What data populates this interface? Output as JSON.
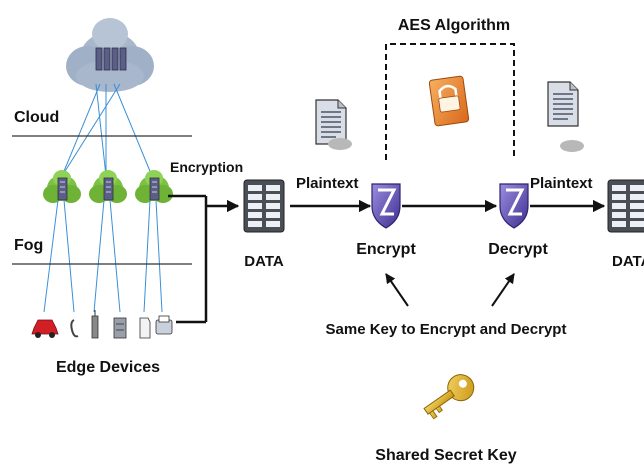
{
  "labels": {
    "cloud": "Cloud",
    "fog": "Fog",
    "edge_devices": "Edge Devices",
    "encryption": "Encryption",
    "data_left": "DATA",
    "data_right": "DATA",
    "aes_algorithm": "AES Algorithm",
    "plaintext_left": "Plaintext",
    "plaintext_right": "Plaintext",
    "encrypt": "Encrypt",
    "decrypt": "Decrypt",
    "same_key": "Same Key to Encrypt and Decrypt",
    "shared_secret_key": "Shared Secret Key"
  },
  "icons": {
    "cloud": "cloud-server-icon",
    "fog_nodes": "fog-node-icon",
    "devices": [
      "car-icon",
      "phone-icon",
      "tower-icon",
      "server-icon",
      "document-icon",
      "printer-icon"
    ],
    "data": "data-table-icon",
    "plaintext": "document-icon",
    "shield": "shield-icon",
    "lock": "lock-icon",
    "key": "key-icon"
  },
  "colors": {
    "cloud": "#a8b7cc",
    "fog_node": "#7cc242",
    "shield": "#6f5bb8",
    "lock": "#f28c28",
    "key": "#e4b422",
    "arrow": "#111111"
  }
}
